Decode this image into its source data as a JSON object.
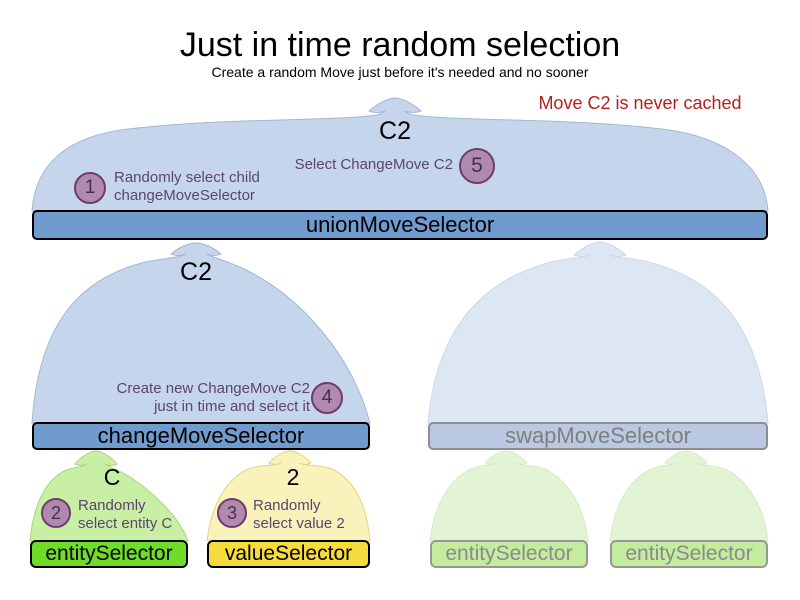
{
  "title": "Just in time random selection",
  "subtitle": "Create a random Move just before it's needed and no sooner",
  "note": "Move C2 is never cached",
  "selectors": {
    "union": "unionMoveSelector",
    "change": "changeMoveSelector",
    "swap": "swapMoveSelector",
    "entity": "entitySelector",
    "value": "valueSelector",
    "entity_faded_left": "entitySelector",
    "entity_faded_right": "entitySelector"
  },
  "outputs": {
    "union": "C2",
    "change": "C2",
    "entity": "C",
    "value": "2"
  },
  "steps": {
    "s1": {
      "num": "1",
      "line1": "Randomly select child",
      "line2": "changeMoveSelector"
    },
    "s2": {
      "num": "2",
      "line1": "Randomly",
      "line2": "select entity C"
    },
    "s3": {
      "num": "3",
      "line1": "Randomly",
      "line2": "select value 2"
    },
    "s4": {
      "num": "4",
      "line1": "Create new ChangeMove C2",
      "line2": "just in time and select it"
    },
    "s5": {
      "num": "5",
      "line1": "Select ChangeMove C2"
    }
  },
  "colors": {
    "active_bar_blue": "#6f9bce",
    "funnel_blue": "#c5d6ec",
    "faded_bar_blue": "#bac9e1",
    "faded_funnel_blue": "#dde6f3",
    "entity_green": "#6fdc29",
    "funnel_green": "#c9efa5",
    "value_yellow": "#f6db3d",
    "funnel_yellow": "#f9f2bb",
    "faded_bar_green": "#c4ec9f",
    "faded_funnel_green": "#e2f4d3",
    "step_circle_fill": "#b189ae",
    "step_circle_border": "#6e3c69",
    "annotation_purple": "#5c4470",
    "note_red": "#b51f1f"
  }
}
